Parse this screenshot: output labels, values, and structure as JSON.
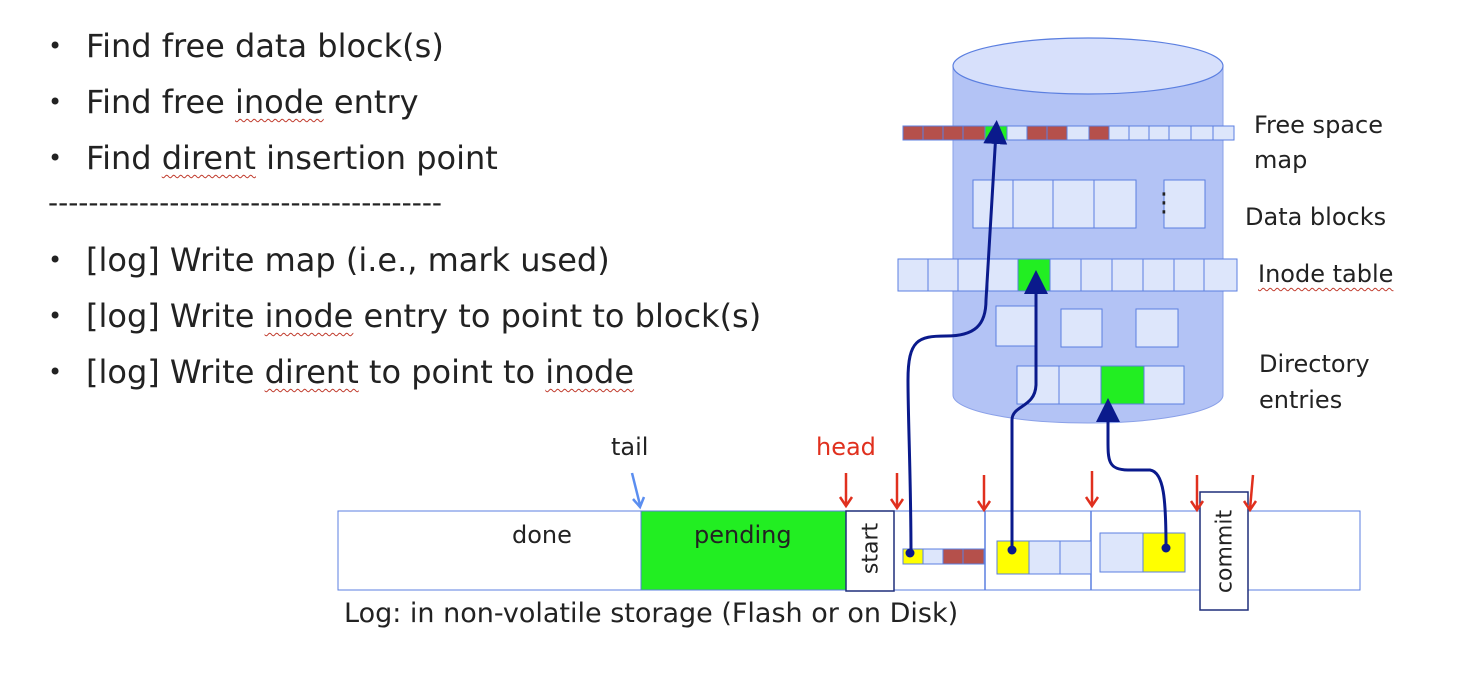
{
  "bullets_pre": [
    {
      "segments": [
        "Find free data block(s)"
      ]
    },
    {
      "segments": [
        "Find free ",
        "inode",
        " entry"
      ]
    },
    {
      "segments": [
        "Find ",
        "dirent",
        " insertion point"
      ]
    }
  ],
  "separator": "---------------------------------------",
  "bullets_post": [
    {
      "segments": [
        "[log] Write map (i.e., mark used)"
      ]
    },
    {
      "segments": [
        "[log] Write ",
        "inode",
        " entry to point to block(s)"
      ]
    },
    {
      "segments": [
        "[log] Write ",
        "dirent",
        " to point to ",
        "inode",
        ""
      ]
    }
  ],
  "disk": {
    "free_space_map_label": "Free space map",
    "free_space_map_label_line1": "Free space",
    "free_space_map_label_line2": "map",
    "data_blocks_label": "Data blocks",
    "inode_table_label": "Inode table",
    "directory_entries_line1": "Directory",
    "directory_entries_line2": "entries",
    "ellipsis": "⋮"
  },
  "log": {
    "tail_label": "tail",
    "head_label": "head",
    "done_label": "done",
    "pending_label": "pending",
    "start_label": "start",
    "commit_label": "commit",
    "caption": "Log: in non-volatile storage (Flash or on Disk)"
  },
  "colors": {
    "cylinder_fill": "#b3c3f5",
    "cell_fill": "#dde6fb",
    "cell_border": "#5b7fe0",
    "used_red": "#b5504b",
    "new_green": "#22ee22",
    "pending_green": "#22ee22",
    "yellow": "#ffff00",
    "pointer_navy": "#0a1a8c",
    "red_arrow": "#e0301e",
    "tail_arrow": "#5b8ef0"
  }
}
